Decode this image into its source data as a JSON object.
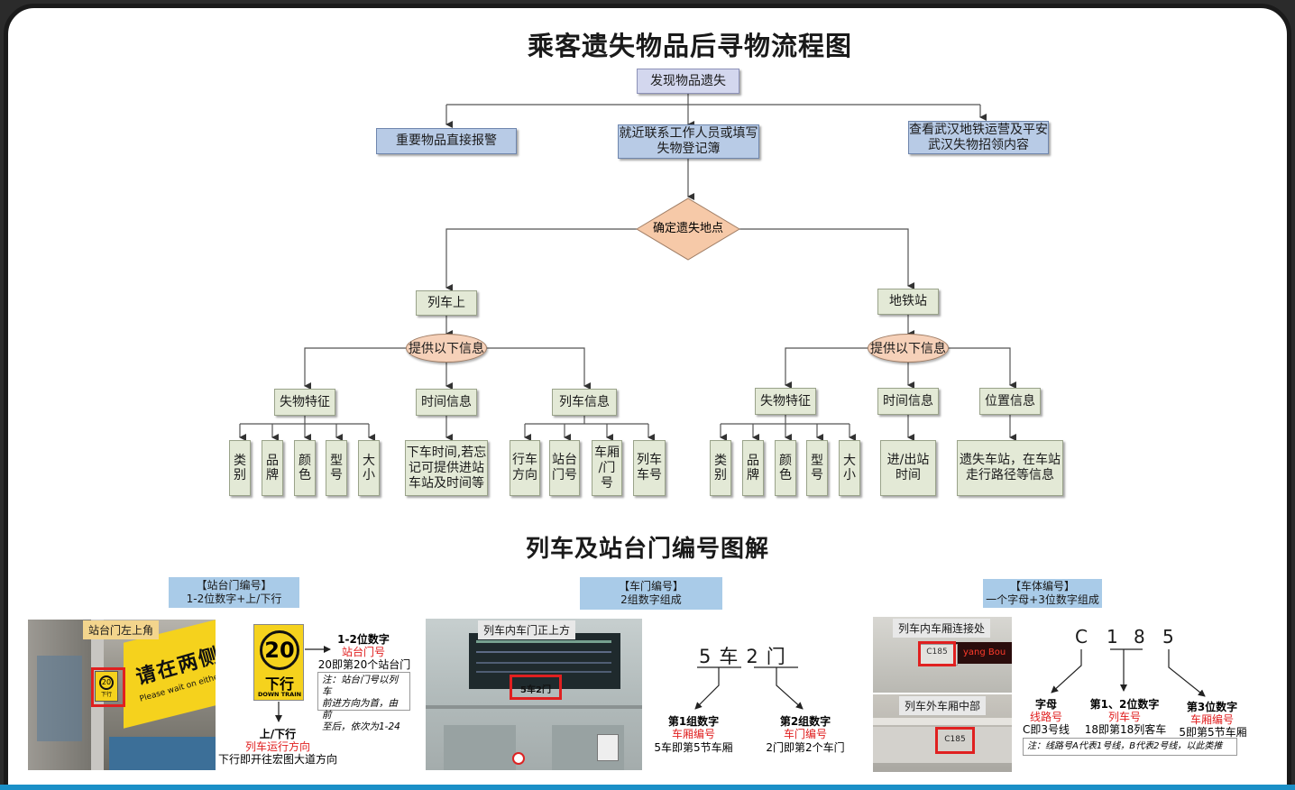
{
  "main_title": "乘客遗失物品后寻物流程图",
  "section_title": "列车及站台门编号图解",
  "flow": {
    "start": "发现物品遗失",
    "report": "重要物品直接报警",
    "contact": "就近联系工作人员或填写\n失物登记簿",
    "check": "查看武汉地铁运营及平安\n武汉失物招领内容",
    "decide": "确定遗失地点",
    "on_train": "列车上",
    "station": "地铁站",
    "provide_left": "提供以下信息",
    "provide_right": "提供以下信息",
    "left": {
      "feature": "失物特征",
      "time": "时间信息",
      "train": "列车信息",
      "feature_items": [
        "类\n别",
        "品\n牌",
        "颜\n色",
        "型\n号",
        "大\n小"
      ],
      "time_detail": "下车时间,若忘\n记可提供进站\n车站及时间等",
      "train_items": [
        "行车\n方向",
        "站台\n门号",
        "车厢\n/门\n号",
        "列车\n车号"
      ]
    },
    "right": {
      "feature": "失物特征",
      "time": "时间信息",
      "position": "位置信息",
      "feature_items": [
        "类\n别",
        "品\n牌",
        "颜\n色",
        "型\n号",
        "大\n小"
      ],
      "time_detail": "进/出站\n时间",
      "position_detail": "遗失车站，在车站\n走行路径等信息"
    }
  },
  "platform": {
    "header": "【站台门编号】\n1-2位数字+上/下行",
    "photo_tag": "站台门左上角",
    "sign_text": "请在两侧",
    "sign_sub": "Please wait on either side",
    "sign_num": "20",
    "sign_dir": "下行",
    "sign_en": "DOWN TRAIN",
    "label1_title": "1-2位数字",
    "label1_red": "站台门号",
    "label1_desc": "20即第20个站台门",
    "note": "注：站台门号以列车\n前进方向为首，由前\n至后，依次为1-24",
    "label2_title": "上/下行",
    "label2_red": "列车运行方向",
    "label2_desc": "下行即开往宏图大道方向"
  },
  "door": {
    "header": "【车门编号】\n2组数字组成",
    "photo_tag": "列车内车门正上方",
    "photo_code": "5车2门",
    "big": "5车2门",
    "g1_title": "第1组数字",
    "g1_red": "车厢编号",
    "g1_desc": "5车即第5节车厢",
    "g2_title": "第2组数字",
    "g2_red": "车门编号",
    "g2_desc": "2门即第2个车门"
  },
  "body_no": {
    "header": "【车体编号】\n一个字母+3位数字组成",
    "photo1_tag": "列车内车厢连接处",
    "photo2_tag": "列车外车厢中部",
    "code": "C185",
    "chars": [
      "C",
      "1",
      "8",
      "5"
    ],
    "a_title": "字母",
    "a_red": "线路号",
    "a_desc": "C即3号线",
    "b_title": "第1、2位数字",
    "b_red": "列车号",
    "b_desc": "18即第18列客车",
    "c_title": "第3位数字",
    "c_red": "车厢编号",
    "c_desc": "5即第5节车厢",
    "note": "注：线路号A代表1号线，B代表2号线，以此类推",
    "photo_glimpse": "yang Bou"
  },
  "colors": {
    "green_box": "#e3e9d6",
    "blue_box": "#b8cbe6",
    "diamond": "#f6c9a8",
    "header_blue": "#a9cbe8",
    "tag_yellow": "#f3d58d",
    "red": "#e02020",
    "accent_bar": "#1a8fc7"
  }
}
